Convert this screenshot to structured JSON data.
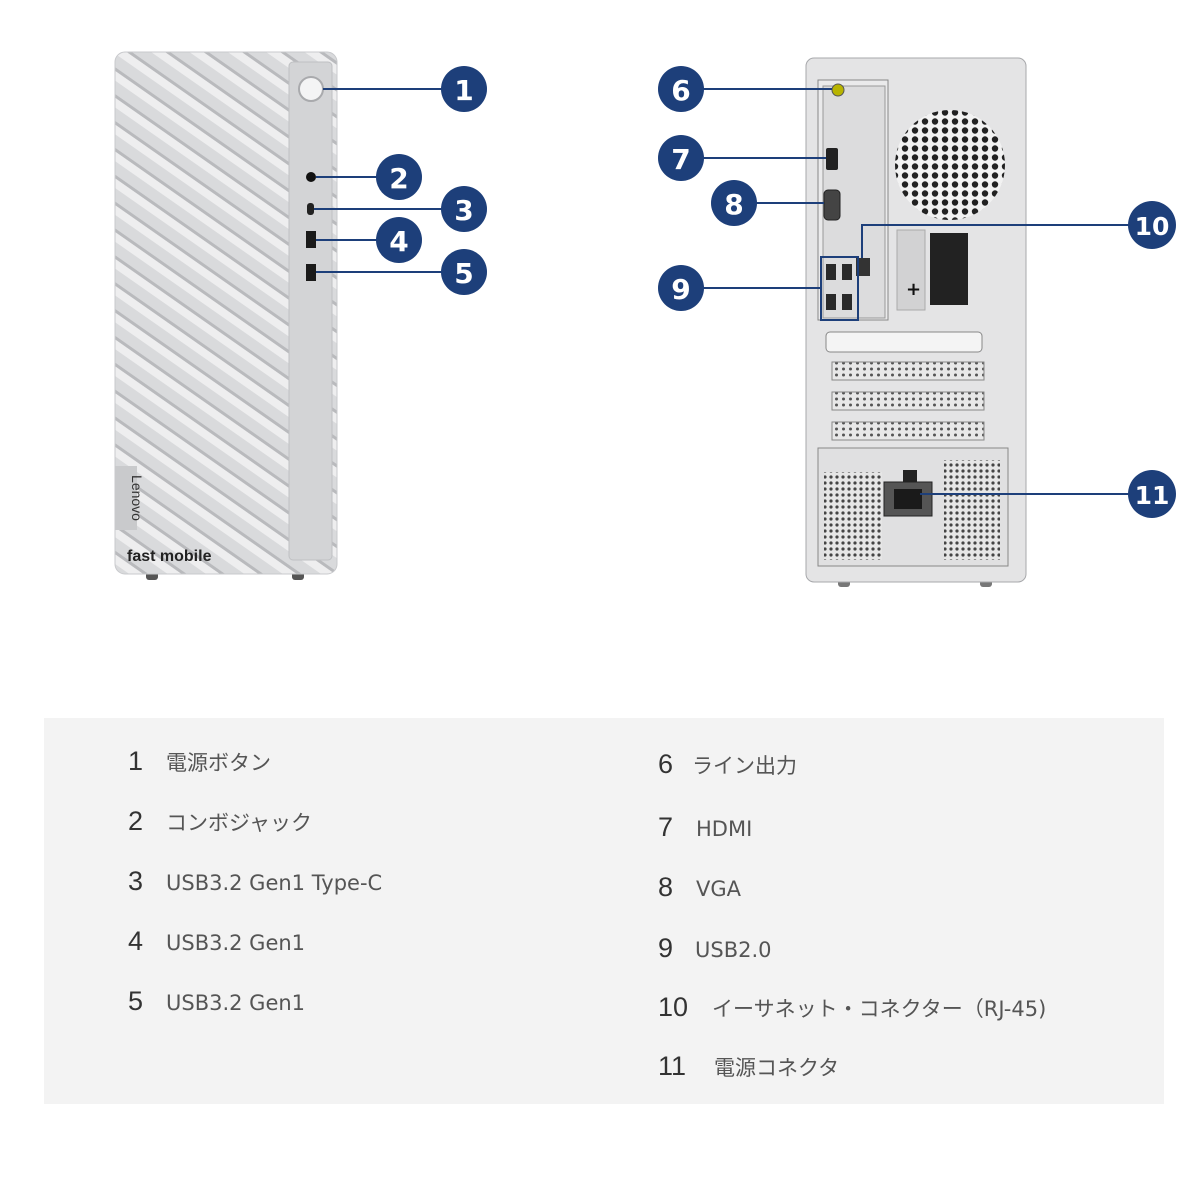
{
  "brand": {
    "logo_text": "Lenovo",
    "watermark": "fast mobile"
  },
  "callouts": [
    {
      "number": "1"
    },
    {
      "number": "2"
    },
    {
      "number": "3"
    },
    {
      "number": "4"
    },
    {
      "number": "5"
    },
    {
      "number": "6"
    },
    {
      "number": "7"
    },
    {
      "number": "8"
    },
    {
      "number": "9"
    },
    {
      "number": "10"
    },
    {
      "number": "11"
    }
  ],
  "colors": {
    "callout_fill": "#1d3f7a",
    "callout_line": "#1d3f7a",
    "chassis": "#d6d7d9",
    "panel_bg": "#f3f3f3"
  },
  "legend": {
    "left": [
      {
        "number": "1",
        "label": "電源ボタン"
      },
      {
        "number": "2",
        "label": "コンボジャック"
      },
      {
        "number": "3",
        "label": "USB3.2 Gen1 Type-C"
      },
      {
        "number": "4",
        "label": "USB3.2 Gen1"
      },
      {
        "number": "5",
        "label": "USB3.2 Gen1"
      }
    ],
    "right": [
      {
        "number": "6",
        "label": "ライン出力"
      },
      {
        "number": "7",
        "label": "HDMI"
      },
      {
        "number": "8",
        "label": "VGA"
      },
      {
        "number": "9",
        "label": "USB2.0"
      },
      {
        "number": "10",
        "label": "イーサネット・コネクター（RJ-45)"
      },
      {
        "number": "11",
        "label": "電源コネクタ"
      }
    ]
  }
}
